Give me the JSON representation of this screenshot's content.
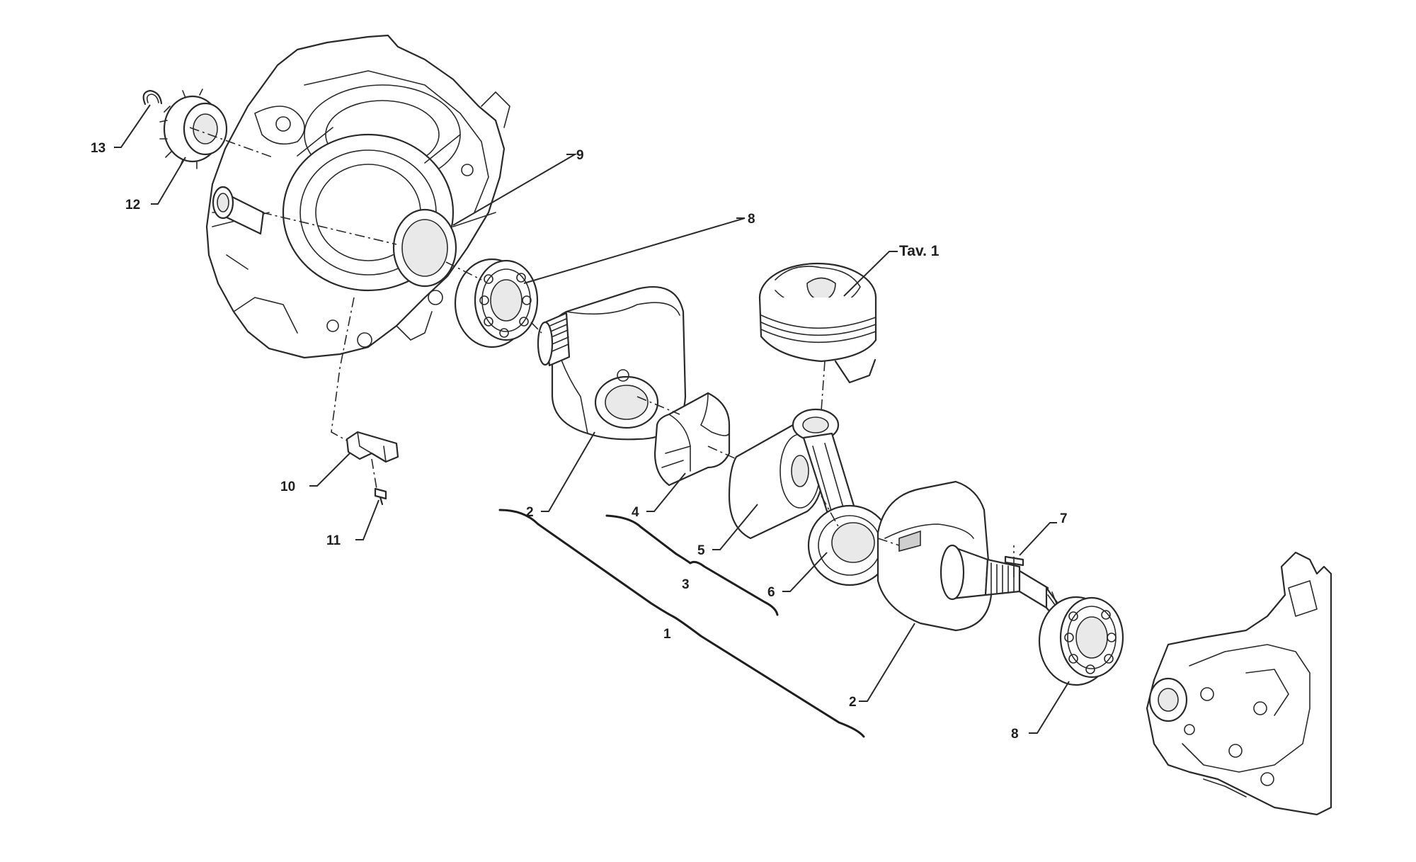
{
  "labels": {
    "l1": "1",
    "l2a": "2",
    "l2b": "2",
    "l3": "3",
    "l4": "4",
    "l5": "5",
    "l6": "6",
    "l7": "7",
    "l8a": "8",
    "l8b": "8",
    "l9": "9",
    "l10": "10",
    "l11": "11",
    "l12": "12",
    "l13": "13",
    "tav": "Tav. 1"
  }
}
